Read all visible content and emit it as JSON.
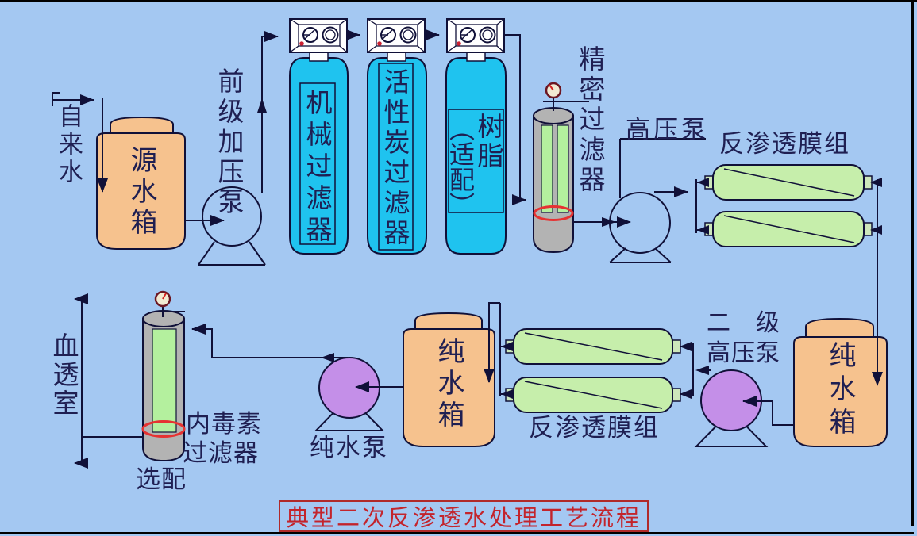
{
  "labels": {
    "tap_water": "自来水",
    "source_tank": "源水箱",
    "pre_pressure_pump": "前级加压泵",
    "mechanical_filter": "机械过滤器",
    "activated_carbon_filter": "活性炭过滤器",
    "resin": "树脂",
    "resin_optional": "（适配）",
    "precision_filter": "精密过滤器",
    "high_pressure_pump": "高压泵",
    "ro_membrane_group_top": "反渗透膜组",
    "pure_water_tank_right": "纯水箱",
    "secondary_hp_pump_line1": "二　级",
    "secondary_hp_pump_line2": "高压泵",
    "ro_membrane_group_bottom": "反渗透膜组",
    "pure_water_tank_middle": "纯水箱",
    "pure_water_pump": "纯水泵",
    "endotoxin_filter_line1": "内毒素",
    "endotoxin_filter_line2": "过滤器",
    "optional": "选配",
    "hemodialysis_room": "血透室",
    "title": "典型二次反渗透水处理工艺流程"
  },
  "colors": {
    "background": "#a4c8f2",
    "line": "#101038",
    "text": "#1f1f52",
    "cyan_tank": "#1fc3ef",
    "orange_tank": "#f6c28e",
    "membrane_green": "#c6eeab",
    "tube_green": "#b4f09e",
    "pump_purple": "#c48fe8",
    "filter_gray": "#b3b3b3",
    "ring_red": "#e63232",
    "title_red": "#c3242c"
  }
}
